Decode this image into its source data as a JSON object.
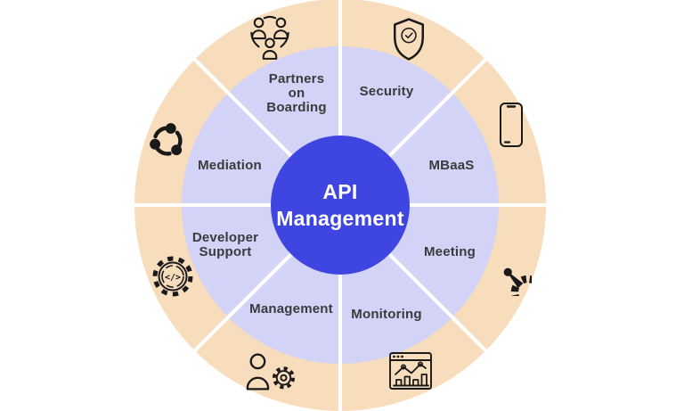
{
  "diagram": {
    "center": {
      "title": "API\nManagement"
    },
    "segments": [
      {
        "name": "partners-on-boarding",
        "label": "Partners\non\nBoarding",
        "icon": "team-people-icon"
      },
      {
        "name": "security",
        "label": "Security",
        "icon": "shield-check-icon"
      },
      {
        "name": "mbaas",
        "label": "MBaaS",
        "icon": "smartphone-icon"
      },
      {
        "name": "meeting",
        "label": "Meeting",
        "icon": "speedometer-icon"
      },
      {
        "name": "monitoring",
        "label": "Monitoring",
        "icon": "analytics-window-icon"
      },
      {
        "name": "management",
        "label": "Management",
        "icon": "user-gear-icon"
      },
      {
        "name": "developer-support",
        "label": "Developer\nSupport",
        "icon": "code-gear-icon"
      },
      {
        "name": "mediation",
        "label": "Mediation",
        "icon": "share-nodes-icon"
      }
    ],
    "icon_glyphs": {
      "code_glyph": "</>"
    },
    "colors": {
      "outer_ring": "#f8ddbd",
      "inner_ring": "#d2d3f7",
      "center_circle": "#3e45e1",
      "divider": "#ffffff",
      "label_text": "#3b3b3b",
      "icon": "#191919",
      "background": "#ffffff"
    }
  }
}
